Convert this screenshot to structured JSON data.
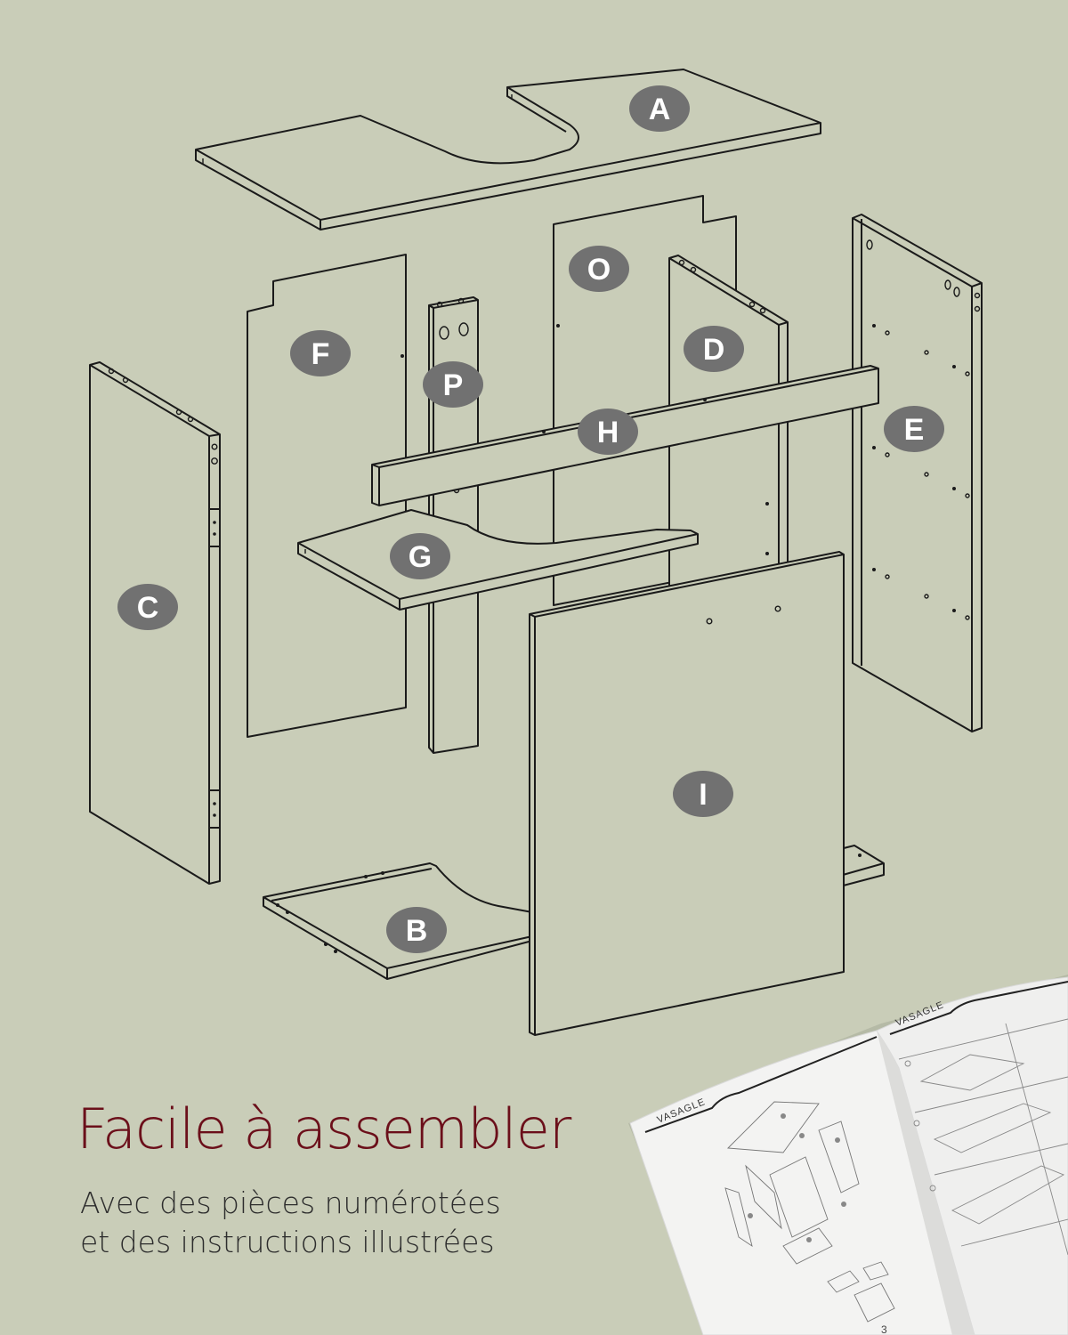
{
  "heading": {
    "title": "Facile à assembler",
    "subtitle_line1": "Avec des pièces numérotées",
    "subtitle_line2": "et des instructions illustrées"
  },
  "diagram": {
    "type": "exploded-assembly-view",
    "parts": [
      {
        "id": "A",
        "label": "A",
        "description": "top panel with sink cutout"
      },
      {
        "id": "B",
        "label": "B",
        "description": "bottom panel with cutout"
      },
      {
        "id": "C",
        "label": "C",
        "description": "left side panel with hinge recesses"
      },
      {
        "id": "D",
        "label": "D",
        "description": "inner vertical divider"
      },
      {
        "id": "E",
        "label": "E",
        "description": "right side panel"
      },
      {
        "id": "F",
        "label": "F",
        "description": "back panel left"
      },
      {
        "id": "G",
        "label": "G",
        "description": "middle shelf with cutout"
      },
      {
        "id": "H",
        "label": "H",
        "description": "front cross rail"
      },
      {
        "id": "I",
        "label": "I",
        "description": "door panel"
      },
      {
        "id": "O",
        "label": "O",
        "description": "back panel right"
      },
      {
        "id": "P",
        "label": "P",
        "description": "vertical support strip"
      }
    ]
  },
  "manual": {
    "brand_left": "VASAGLE",
    "brand_right": "VASAGLE",
    "page_number": "3"
  },
  "colors": {
    "background": "#c9cdb8",
    "headline": "#6b0f1a",
    "subtitle": "#2d2d2d",
    "badge": "#717171",
    "line": "#1a1a1a"
  }
}
